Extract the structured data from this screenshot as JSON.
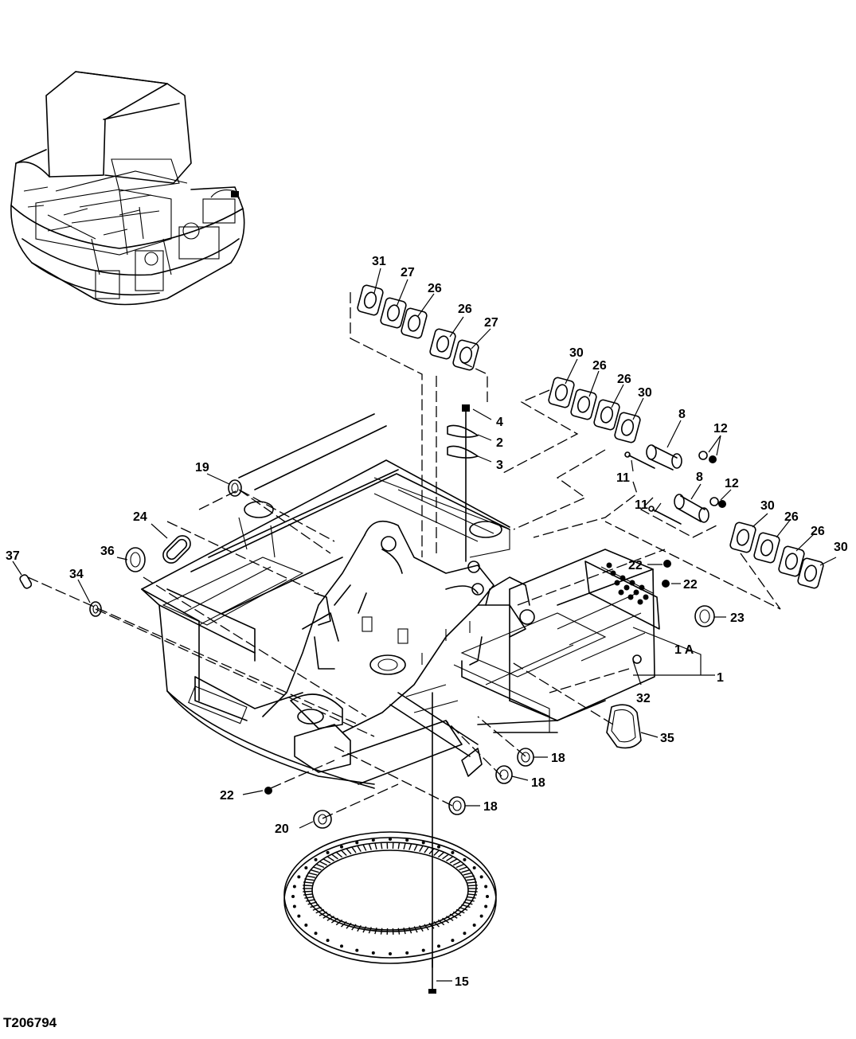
{
  "figure_id": "T206794",
  "callouts": [
    "31",
    "27",
    "26",
    "26",
    "27",
    "30",
    "26",
    "26",
    "30",
    "8",
    "12",
    "11",
    "4",
    "2",
    "3",
    "11",
    "8",
    "12",
    "30",
    "26",
    "26",
    "30",
    "19",
    "24",
    "36",
    "37",
    "34",
    "22",
    "22",
    "23",
    "1 A",
    "1",
    "32",
    "35",
    "18",
    "18",
    "18",
    "22",
    "20",
    "15"
  ]
}
